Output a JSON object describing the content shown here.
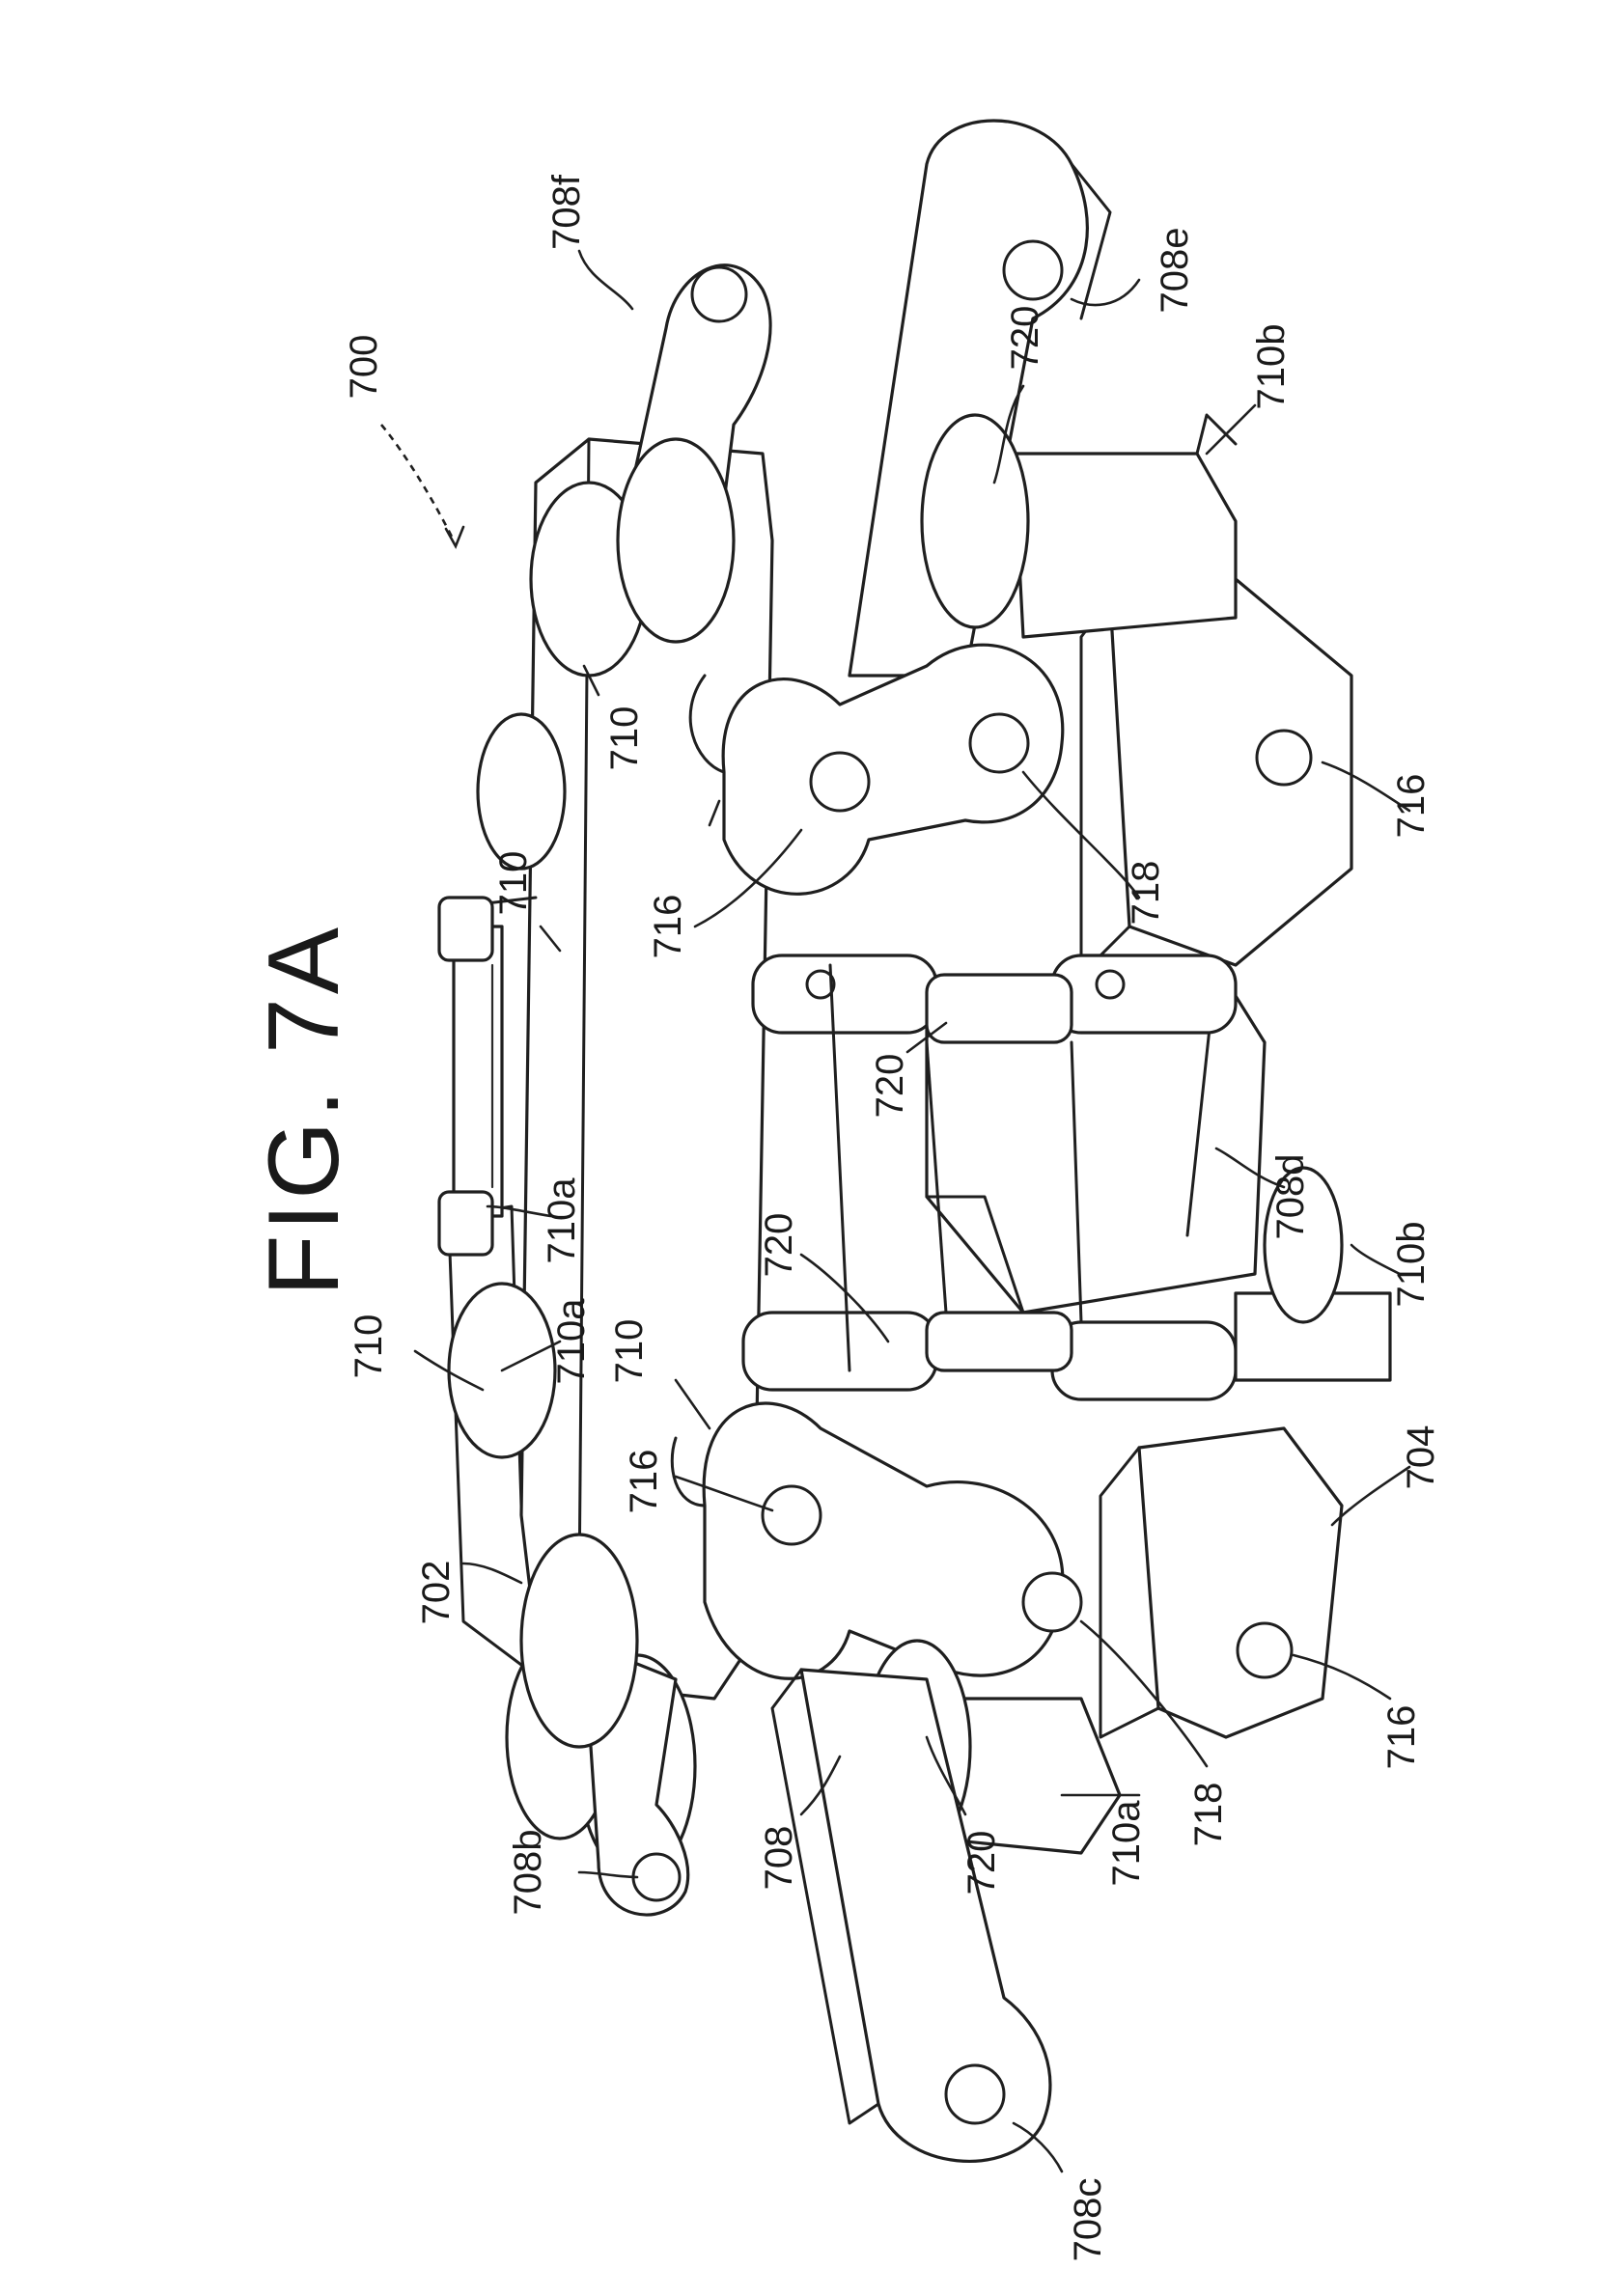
{
  "figure": {
    "title": "FIG. 7A",
    "orientation": "rotated-90-ccw"
  },
  "labels": [
    {
      "id": "700",
      "text": "700"
    },
    {
      "id": "702",
      "text": "702"
    },
    {
      "id": "704",
      "text": "704"
    },
    {
      "id": "708",
      "text": "708"
    },
    {
      "id": "708b",
      "text": "708b"
    },
    {
      "id": "708c",
      "text": "708c"
    },
    {
      "id": "708d",
      "text": "708d"
    },
    {
      "id": "708e",
      "text": "708e"
    },
    {
      "id": "708f",
      "text": "708f"
    },
    {
      "id": "710_1",
      "text": "710"
    },
    {
      "id": "710_2",
      "text": "710"
    },
    {
      "id": "710_3",
      "text": "710"
    },
    {
      "id": "710_4",
      "text": "710"
    },
    {
      "id": "710a_1",
      "text": "710a"
    },
    {
      "id": "710a_2",
      "text": "710a"
    },
    {
      "id": "710b_1",
      "text": "710b"
    },
    {
      "id": "710b_2",
      "text": "710b"
    },
    {
      "id": "716_1",
      "text": "716"
    },
    {
      "id": "716_2",
      "text": "716"
    },
    {
      "id": "716_3",
      "text": "716"
    },
    {
      "id": "716_4",
      "text": "716"
    },
    {
      "id": "718_1",
      "text": "718"
    },
    {
      "id": "718_2",
      "text": "718"
    },
    {
      "id": "720_1",
      "text": "720"
    },
    {
      "id": "720_2",
      "text": "720"
    },
    {
      "id": "720_3",
      "text": "720"
    },
    {
      "id": "720_4",
      "text": "720"
    }
  ]
}
